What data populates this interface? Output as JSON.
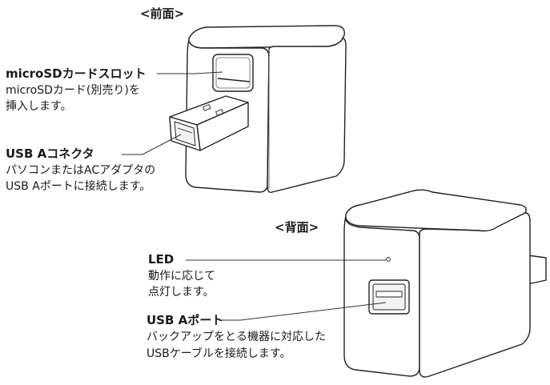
{
  "front": {
    "title": "<前面>",
    "microsd_slot": {
      "label": "microSDカードスロット",
      "desc_line1": "microSDカード(別売り)を",
      "desc_line2": "挿入します。"
    },
    "usb_a_connector": {
      "label": "USB Aコネクタ",
      "desc_line1": "パソコンまたはACアダプタの",
      "desc_line2": "USB Aポートに接続します。"
    }
  },
  "back": {
    "title": "<背面>",
    "led": {
      "label": "LED",
      "desc_line1": "動作に応じて",
      "desc_line2": "点灯します。"
    },
    "usb_a_port": {
      "label": "USB Aポート",
      "desc_line1": "バックアップをとる機器に対応した",
      "desc_line2": "USBケーブルを接続します。"
    }
  },
  "colors": {
    "outline": "#222222",
    "leader": "#333333"
  }
}
